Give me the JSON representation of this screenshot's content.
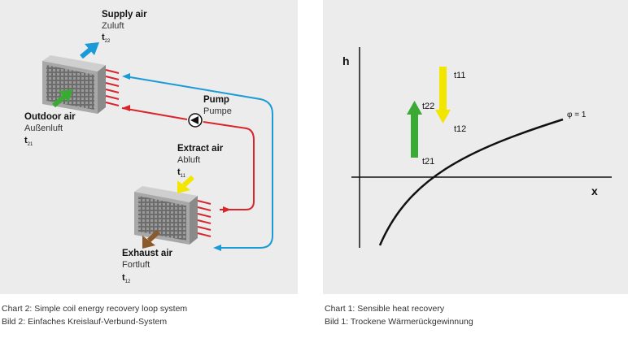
{
  "left_diagram": {
    "supply_air": {
      "en": "Supply air",
      "de": "Zuluft",
      "sym": "t",
      "sub": "22"
    },
    "outdoor_air": {
      "en": "Outdoor air",
      "de": "Außenluft",
      "sym": "t",
      "sub": "21"
    },
    "pump": {
      "en": "Pump",
      "de": "Pumpe"
    },
    "extract_air": {
      "en": "Extract air",
      "de": "Abluft",
      "sym": "t",
      "sub": "11"
    },
    "exhaust_air": {
      "en": "Exhaust air",
      "de": "Fortluft",
      "sym": "t",
      "sub": "12"
    },
    "caption_en": "Chart 2: Simple coil energy recovery loop system",
    "caption_de": "Bild 2: Einfaches Kreislauf-Verbund-System",
    "colors": {
      "supply": "#1a9ad6",
      "return": "#d9242b",
      "outdoor_arrow": "#3aaa35",
      "extract_arrow": "#f2e500",
      "exhaust_arrow": "#8b5a2b"
    }
  },
  "right_diagram": {
    "y_axis": "h",
    "x_axis": "x",
    "curve_label": "φ = 1",
    "t11": "t11",
    "t12": "t12",
    "t22": "t22",
    "t21": "t21",
    "caption_en": "Chart 1: Sensible heat recovery",
    "caption_de": "Bild 1: Trockene Wärmerückgewinnung",
    "colors": {
      "up_arrow": "#3aaa35",
      "down_arrow": "#f2e500"
    }
  }
}
